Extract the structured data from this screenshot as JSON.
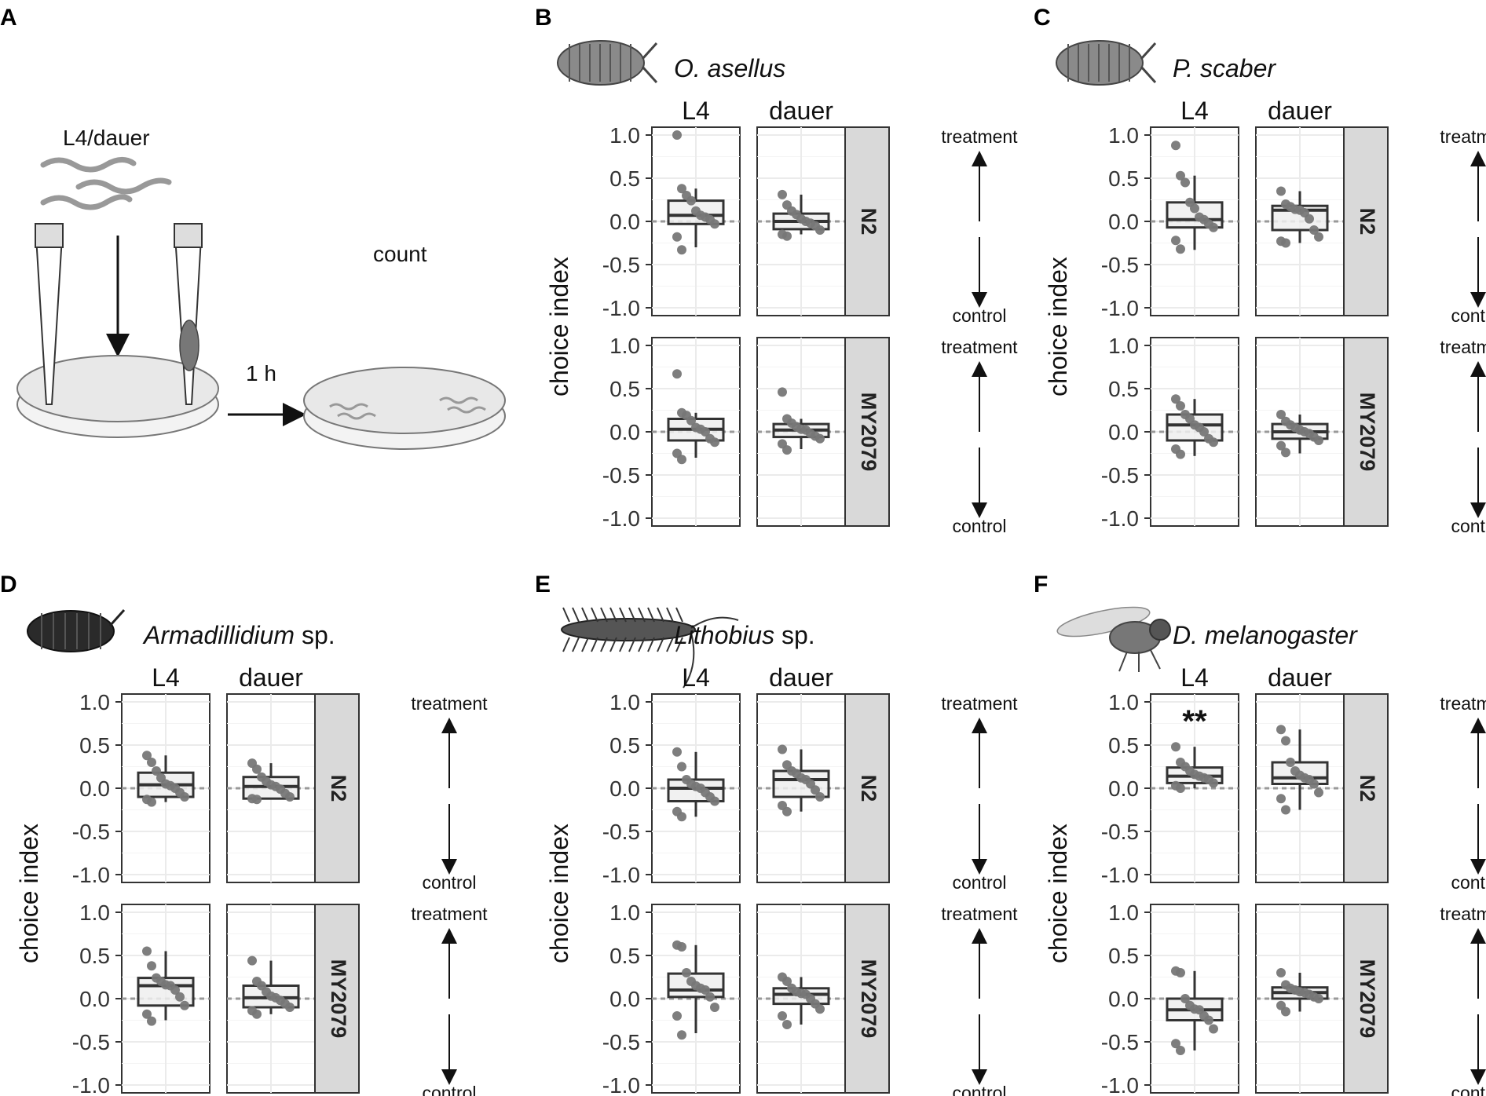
{
  "panel_a": {
    "label": "A",
    "worm_label": "L4/dauer",
    "time_label": "1 h",
    "count_label": "count"
  },
  "shared": {
    "y_axis_label": "choice index",
    "y_ticks": [
      "1.0",
      "0.5",
      "0.0",
      "-0.5",
      "-1.0"
    ],
    "columns": [
      "L4",
      "dauer"
    ],
    "strains": [
      "N2",
      "MY2079"
    ],
    "direction_top": "treatment",
    "direction_bottom": "control"
  },
  "panels": [
    {
      "label": "B",
      "species": "O. asellus",
      "species_suffix": "",
      "icon": "isopod-icon"
    },
    {
      "label": "C",
      "species": "P. scaber",
      "species_suffix": "",
      "icon": "isopod-icon"
    },
    {
      "label": "D",
      "species": "Armadillidium",
      "species_suffix": " sp.",
      "icon": "pill-bug-icon"
    },
    {
      "label": "E",
      "species": "Lithobius",
      "species_suffix": " sp.",
      "icon": "centipede-icon"
    },
    {
      "label": "F",
      "species": "D. melanogaster",
      "species_suffix": "",
      "icon": "fly-icon"
    }
  ],
  "chart_data": [
    {
      "type": "box",
      "panel": "B",
      "title": "O. asellus",
      "ylabel": "choice index",
      "ylim": [
        -1,
        1
      ],
      "columns": [
        "L4",
        "dauer"
      ],
      "rows": [
        "N2",
        "MY2079"
      ],
      "groups": [
        {
          "strain": "N2",
          "stage": "L4",
          "box": {
            "min": -0.3,
            "q1": -0.03,
            "median": 0.07,
            "q3": 0.24,
            "max": 0.38
          },
          "points": [
            1.0,
            0.38,
            0.3,
            0.24,
            0.12,
            0.07,
            0.05,
            0.02,
            -0.03,
            -0.18,
            -0.33
          ],
          "significance": ""
        },
        {
          "strain": "N2",
          "stage": "dauer",
          "box": {
            "min": -0.15,
            "q1": -0.09,
            "median": 0.0,
            "q3": 0.09,
            "max": 0.31
          },
          "points": [
            0.31,
            0.19,
            0.12,
            0.08,
            0.03,
            0.0,
            -0.02,
            -0.05,
            -0.1,
            -0.15,
            -0.17
          ],
          "significance": ""
        },
        {
          "strain": "MY2079",
          "stage": "L4",
          "box": {
            "min": -0.3,
            "q1": -0.1,
            "median": 0.03,
            "q3": 0.15,
            "max": 0.22
          },
          "points": [
            0.67,
            0.22,
            0.19,
            0.13,
            0.05,
            0.03,
            0.0,
            -0.08,
            -0.12,
            -0.25,
            -0.32
          ],
          "significance": ""
        },
        {
          "strain": "MY2079",
          "stage": "dauer",
          "box": {
            "min": -0.2,
            "q1": -0.06,
            "median": 0.02,
            "q3": 0.09,
            "max": 0.15
          },
          "points": [
            0.46,
            0.15,
            0.1,
            0.06,
            0.03,
            0.02,
            -0.02,
            -0.05,
            -0.08,
            -0.14,
            -0.21
          ],
          "significance": ""
        }
      ]
    },
    {
      "type": "box",
      "panel": "C",
      "title": "P. scaber",
      "ylabel": "choice index",
      "ylim": [
        -1,
        1
      ],
      "columns": [
        "L4",
        "dauer"
      ],
      "rows": [
        "N2",
        "MY2079"
      ],
      "groups": [
        {
          "strain": "N2",
          "stage": "L4",
          "box": {
            "min": -0.33,
            "q1": -0.07,
            "median": 0.02,
            "q3": 0.22,
            "max": 0.53
          },
          "points": [
            0.88,
            0.53,
            0.45,
            0.22,
            0.15,
            0.05,
            0.02,
            -0.03,
            -0.07,
            -0.22,
            -0.32
          ],
          "significance": ""
        },
        {
          "strain": "N2",
          "stage": "dauer",
          "box": {
            "min": -0.25,
            "q1": -0.1,
            "median": 0.13,
            "q3": 0.18,
            "max": 0.35
          },
          "points": [
            0.35,
            0.2,
            0.17,
            0.14,
            0.13,
            0.1,
            0.03,
            -0.1,
            -0.18,
            -0.23,
            -0.25
          ],
          "significance": ""
        },
        {
          "strain": "MY2079",
          "stage": "L4",
          "box": {
            "min": -0.28,
            "q1": -0.1,
            "median": 0.08,
            "q3": 0.2,
            "max": 0.38
          },
          "points": [
            0.38,
            0.3,
            0.2,
            0.15,
            0.08,
            0.05,
            0.0,
            -0.08,
            -0.12,
            -0.2,
            -0.26
          ],
          "significance": ""
        },
        {
          "strain": "MY2079",
          "stage": "dauer",
          "box": {
            "min": -0.25,
            "q1": -0.08,
            "median": 0.0,
            "q3": 0.09,
            "max": 0.2
          },
          "points": [
            0.2,
            0.12,
            0.08,
            0.05,
            0.02,
            0.0,
            -0.02,
            -0.06,
            -0.1,
            -0.16,
            -0.24
          ],
          "significance": ""
        }
      ]
    },
    {
      "type": "box",
      "panel": "D",
      "title": "Armadillidium sp.",
      "ylabel": "choice index",
      "ylim": [
        -1,
        1
      ],
      "columns": [
        "L4",
        "dauer"
      ],
      "rows": [
        "N2",
        "MY2079"
      ],
      "groups": [
        {
          "strain": "N2",
          "stage": "L4",
          "box": {
            "min": -0.16,
            "q1": -0.1,
            "median": 0.04,
            "q3": 0.18,
            "max": 0.38
          },
          "points": [
            0.38,
            0.3,
            0.2,
            0.12,
            0.05,
            0.03,
            0.0,
            -0.05,
            -0.1,
            -0.13,
            -0.16
          ],
          "significance": ""
        },
        {
          "strain": "N2",
          "stage": "dauer",
          "box": {
            "min": -0.13,
            "q1": -0.12,
            "median": 0.02,
            "q3": 0.13,
            "max": 0.29
          },
          "points": [
            0.29,
            0.22,
            0.13,
            0.08,
            0.04,
            0.02,
            -0.01,
            -0.06,
            -0.1,
            -0.12,
            -0.13
          ],
          "significance": ""
        },
        {
          "strain": "MY2079",
          "stage": "L4",
          "box": {
            "min": -0.25,
            "q1": -0.08,
            "median": 0.15,
            "q3": 0.24,
            "max": 0.55
          },
          "points": [
            0.55,
            0.38,
            0.24,
            0.2,
            0.16,
            0.15,
            0.1,
            0.02,
            -0.08,
            -0.18,
            -0.26
          ],
          "significance": ""
        },
        {
          "strain": "MY2079",
          "stage": "dauer",
          "box": {
            "min": -0.18,
            "q1": -0.1,
            "median": 0.01,
            "q3": 0.15,
            "max": 0.44
          },
          "points": [
            0.44,
            0.2,
            0.15,
            0.08,
            0.03,
            0.01,
            -0.02,
            -0.06,
            -0.1,
            -0.14,
            -0.18
          ],
          "significance": ""
        }
      ]
    },
    {
      "type": "box",
      "panel": "E",
      "title": "Lithobius sp.",
      "ylabel": "choice index",
      "ylim": [
        -1,
        1
      ],
      "columns": [
        "L4",
        "dauer"
      ],
      "rows": [
        "N2",
        "MY2079"
      ],
      "groups": [
        {
          "strain": "N2",
          "stage": "L4",
          "box": {
            "min": -0.33,
            "q1": -0.15,
            "median": 0.0,
            "q3": 0.1,
            "max": 0.42
          },
          "points": [
            0.42,
            0.25,
            0.1,
            0.05,
            0.02,
            0.0,
            -0.05,
            -0.1,
            -0.15,
            -0.27,
            -0.33
          ],
          "significance": ""
        },
        {
          "strain": "N2",
          "stage": "dauer",
          "box": {
            "min": -0.27,
            "q1": -0.1,
            "median": 0.1,
            "q3": 0.2,
            "max": 0.45
          },
          "points": [
            0.45,
            0.27,
            0.2,
            0.17,
            0.12,
            0.1,
            0.05,
            -0.02,
            -0.1,
            -0.2,
            -0.27
          ],
          "significance": ""
        },
        {
          "strain": "MY2079",
          "stage": "L4",
          "box": {
            "min": -0.4,
            "q1": 0.02,
            "median": 0.1,
            "q3": 0.29,
            "max": 0.62
          },
          "points": [
            0.62,
            0.6,
            0.3,
            0.2,
            0.15,
            0.12,
            0.1,
            0.02,
            -0.1,
            -0.2,
            -0.42
          ],
          "significance": ""
        },
        {
          "strain": "MY2079",
          "stage": "dauer",
          "box": {
            "min": -0.3,
            "q1": -0.06,
            "median": 0.05,
            "q3": 0.12,
            "max": 0.25
          },
          "points": [
            0.25,
            0.2,
            0.12,
            0.08,
            0.06,
            0.05,
            0.0,
            -0.06,
            -0.12,
            -0.2,
            -0.3
          ],
          "significance": ""
        }
      ]
    },
    {
      "type": "box",
      "panel": "F",
      "title": "D. melanogaster",
      "ylabel": "choice index",
      "ylim": [
        -1,
        1
      ],
      "columns": [
        "L4",
        "dauer"
      ],
      "rows": [
        "N2",
        "MY2079"
      ],
      "groups": [
        {
          "strain": "N2",
          "stage": "L4",
          "box": {
            "min": 0.0,
            "q1": 0.06,
            "median": 0.14,
            "q3": 0.24,
            "max": 0.48
          },
          "points": [
            0.48,
            0.3,
            0.25,
            0.2,
            0.16,
            0.14,
            0.12,
            0.1,
            0.06,
            0.03,
            0.0
          ],
          "significance": "**"
        },
        {
          "strain": "N2",
          "stage": "dauer",
          "box": {
            "min": -0.25,
            "q1": 0.05,
            "median": 0.12,
            "q3": 0.3,
            "max": 0.68
          },
          "points": [
            0.68,
            0.55,
            0.3,
            0.2,
            0.15,
            0.12,
            0.1,
            0.05,
            -0.05,
            -0.12,
            -0.25
          ],
          "significance": ""
        },
        {
          "strain": "MY2079",
          "stage": "L4",
          "box": {
            "min": -0.6,
            "q1": -0.25,
            "median": -0.13,
            "q3": 0.0,
            "max": 0.32
          },
          "points": [
            0.32,
            0.3,
            0.0,
            -0.08,
            -0.12,
            -0.13,
            -0.2,
            -0.25,
            -0.35,
            -0.52,
            -0.6
          ],
          "significance": ""
        },
        {
          "strain": "MY2079",
          "stage": "dauer",
          "box": {
            "min": -0.15,
            "q1": 0.0,
            "median": 0.07,
            "q3": 0.13,
            "max": 0.3
          },
          "points": [
            0.3,
            0.16,
            0.12,
            0.1,
            0.08,
            0.07,
            0.05,
            0.02,
            0.0,
            -0.08,
            -0.15
          ],
          "significance": ""
        }
      ]
    }
  ]
}
